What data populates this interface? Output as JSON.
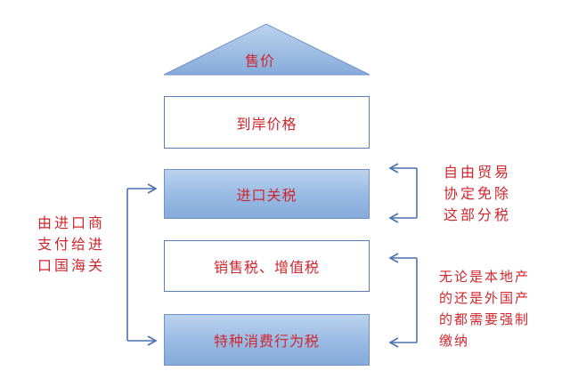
{
  "diagram": {
    "roof": {
      "label": "售价"
    },
    "boxes": [
      {
        "label": "到岸价格",
        "style": "white"
      },
      {
        "label": "进口关税",
        "style": "blue"
      },
      {
        "label": "销售税、增值税",
        "style": "white"
      },
      {
        "label": "特种消费行为税",
        "style": "blue"
      }
    ],
    "notes": {
      "left": [
        "由进口商",
        "支付给进",
        "口国海关"
      ],
      "right_top": [
        "自由贸易",
        "协定免除",
        "这部分税"
      ],
      "right_bottom": [
        "无论是本地产",
        "的还是外国产",
        "的都需要强制",
        "缴纳"
      ]
    },
    "colors": {
      "text": "#d0262d",
      "border": "#5a7fb5",
      "blue_fill": "#97b9e3",
      "arrow": "#4a72b0"
    }
  }
}
